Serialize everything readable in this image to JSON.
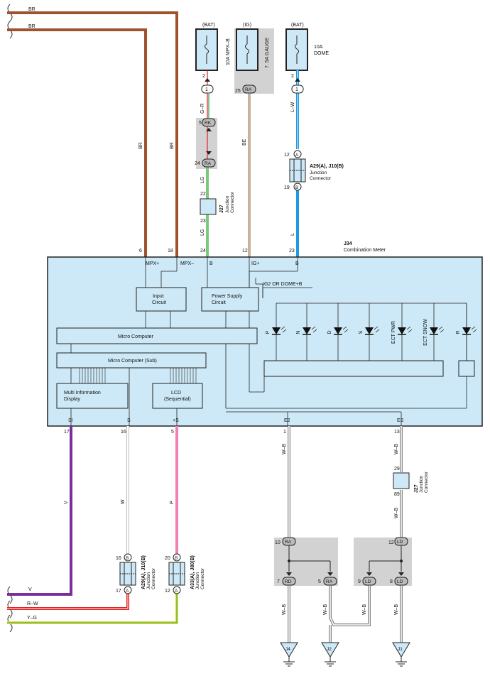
{
  "wires": {
    "br": "BR",
    "v": "V",
    "rw": "R–W",
    "yg": "Y–G",
    "gr": "G–R",
    "lg": "LG",
    "be": "BE",
    "lw": "L–W",
    "l": "L",
    "w": "W",
    "p": "P",
    "wb": "W–B"
  },
  "fuses": {
    "bat": "(BAT)",
    "ig": "(IG)",
    "mpxb": "10A MPX–B",
    "gauge": "7. 5A GAUGE",
    "dome_a": "10A",
    "dome_b": "DOME"
  },
  "pins": {
    "p1": "1",
    "p2": "2",
    "p5": "5",
    "p6": "6",
    "p8": "8",
    "p9": "9",
    "p10": "10",
    "p12": "12",
    "p13": "13",
    "p16": "16",
    "p17": "17",
    "p18": "18",
    "p19": "19",
    "p20": "20",
    "p22": "22",
    "p23": "23",
    "p24": "24",
    "p25": "25",
    "p29": "29",
    "p7": "7",
    "p89": "89"
  },
  "connectors": {
    "rk": "RK",
    "ra": "RA",
    "rd": "RD",
    "ld": "LD",
    "a": "A",
    "b": "B"
  },
  "junctions": {
    "j27": "J27",
    "junction_connector": "Junction\nConnector",
    "a29_top": "A29(A), J10(B)",
    "junction_line1": "Junction",
    "junction_line2": "Connector",
    "a29_bot": "A29(A), J10(B)",
    "a33": "A33(A), J80(B)"
  },
  "meter": {
    "id": "J34",
    "name": "Combination Meter",
    "mpx_plus": "MPX+",
    "mpx_minus": "MPX–",
    "b": "B",
    "ig_plus": "IG+",
    "ig2_dome": "IG2 OR DOME+B",
    "input_circuit_1": "Input",
    "input_circuit_2": "Circuit",
    "power_supply_1": "Power Supply",
    "power_supply_2": "Circuit",
    "micro": "Micro Computer",
    "micro_sub": "Micro Computer (Sub)",
    "mid_1": "Multi Information",
    "mid_2": "Display",
    "lcd_1": "LCD",
    "lcd_2": "(Sequential)",
    "si": "SI",
    "s": "S",
    "plus_s": "+S",
    "e2": "E2",
    "es": "ES",
    "leds": [
      "P",
      "N",
      "D",
      "S",
      "ECT PWR",
      "ECT SNOW",
      "R"
    ]
  },
  "grounds": {
    "j4": "J4",
    "j2": "J2",
    "j1": "J1"
  },
  "colors": {
    "br": "#a0522d",
    "lg": "#7ec87e",
    "be": "#c8b49a",
    "l": "#1e9be0",
    "v": "#7b2d9b",
    "r": "#e02020",
    "yg": "#d8e04a",
    "p": "#f080b0",
    "meter_fill": "#cde9f7",
    "gray": "#d2d2d2"
  }
}
